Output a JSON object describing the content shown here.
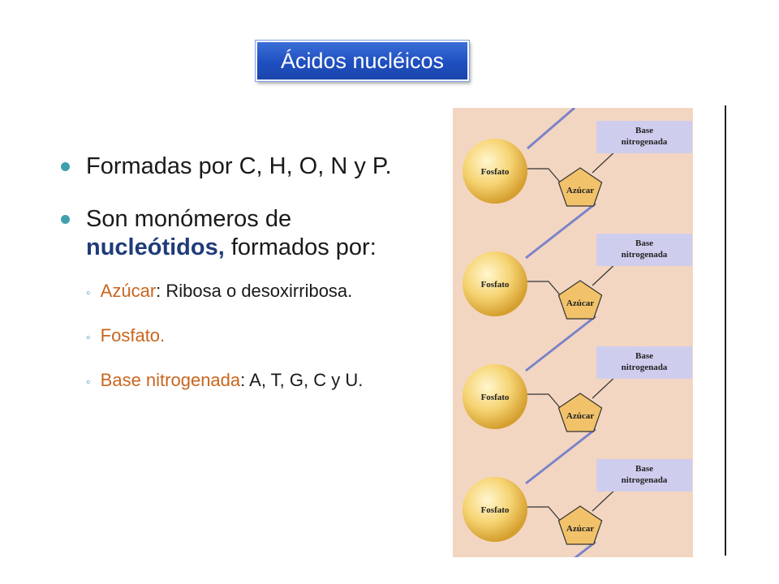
{
  "title": "Ácidos nucléicos",
  "bullets": [
    {
      "text": "Formadas por C, H, O, N y P."
    },
    {
      "line1": "Son monómeros de",
      "highlight": "nucleótidos,",
      "rest": " formados por:"
    }
  ],
  "sub_items": [
    {
      "label": "Azúcar",
      "rest": ": Ribosa o desoxirribosa."
    },
    {
      "label": "Fosfato.",
      "rest": ""
    },
    {
      "label": "Base nitrogenada",
      "rest": ": A, T, G, C y U."
    }
  ],
  "diagram": {
    "phosphate_label": "Fosfato",
    "sugar_label": "Azúcar",
    "base_label_line1": "Base",
    "base_label_line2": "nitrogenada",
    "units": 4,
    "colors": {
      "background": "#f3d6c1",
      "phosphate": "#f2c65a",
      "sugar": "#f2c26a",
      "base_box": "#cfcdee",
      "backbone": "#7b83c9"
    }
  }
}
